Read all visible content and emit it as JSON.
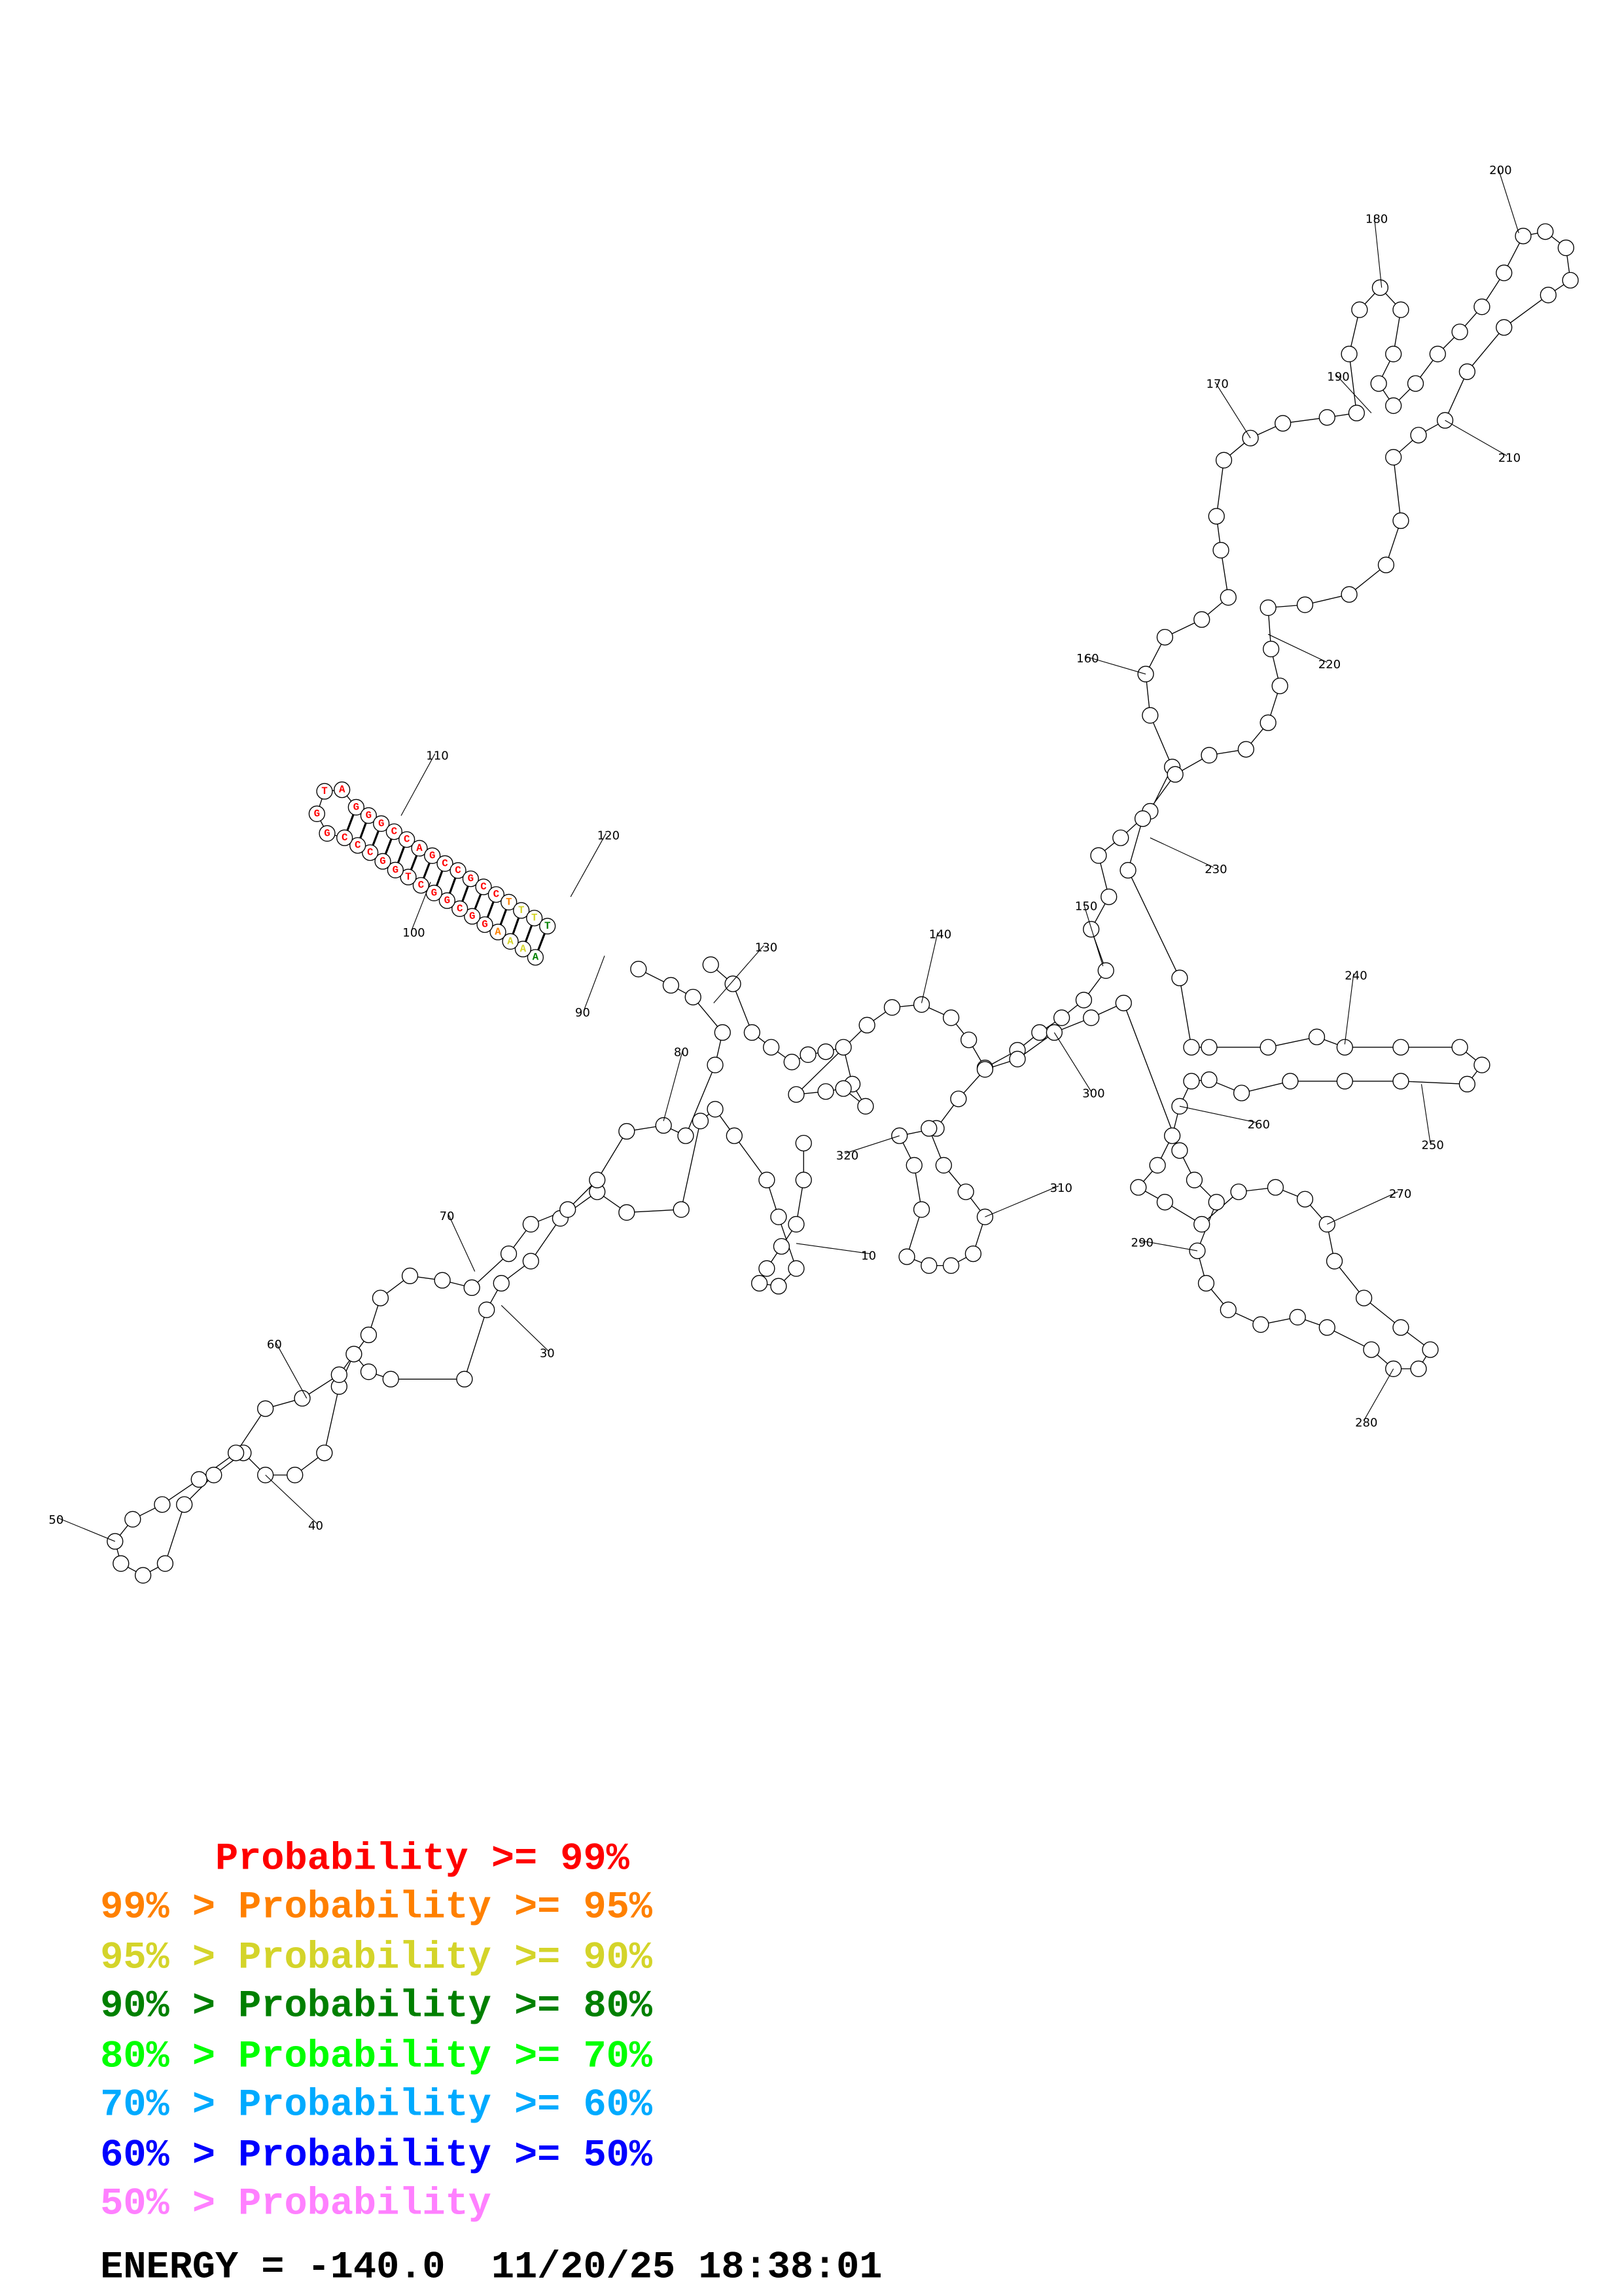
{
  "colors": {
    "p99": "#ff0000",
    "p95": "#ff8000",
    "p90": "#d4d42a",
    "p80": "#008000",
    "p70": "#00ff00",
    "p60": "#00aaff",
    "p50": "#0000ff",
    "plow": "#ff80ff"
  },
  "position_labels": [
    "10",
    "30",
    "40",
    "50",
    "60",
    "70",
    "80",
    "90",
    "100",
    "110",
    "120",
    "130",
    "140",
    "150",
    "160",
    "170",
    "180",
    "190",
    "200",
    "210",
    "220",
    "230",
    "240",
    "250",
    "260",
    "270",
    "280",
    "290",
    "300",
    "310",
    "320"
  ],
  "helix_88_123": [
    {
      "b": "A",
      "c": "p80"
    },
    {
      "b": "A",
      "c": "p90"
    },
    {
      "b": "A",
      "c": "p90"
    },
    {
      "b": "A",
      "c": "p95"
    },
    {
      "b": "G",
      "c": "p99"
    },
    {
      "b": "G",
      "c": "p99"
    },
    {
      "b": "C",
      "c": "p99"
    },
    {
      "b": "G",
      "c": "p99"
    },
    {
      "b": "G",
      "c": "p99"
    },
    {
      "b": "C",
      "c": "p99"
    },
    {
      "b": "T",
      "c": "p99"
    },
    {
      "b": "G",
      "c": "p99"
    },
    {
      "b": "G",
      "c": "p99"
    },
    {
      "b": "C",
      "c": "p99"
    },
    {
      "b": "C",
      "c": "p99"
    },
    {
      "b": "C",
      "c": "p99"
    },
    {
      "b": "G",
      "c": "p99"
    },
    {
      "b": "G",
      "c": "p99"
    },
    {
      "b": "T",
      "c": "p99"
    },
    {
      "b": "A",
      "c": "p99"
    },
    {
      "b": "G",
      "c": "p99"
    },
    {
      "b": "G",
      "c": "p99"
    },
    {
      "b": "G",
      "c": "p99"
    },
    {
      "b": "C",
      "c": "p99"
    },
    {
      "b": "C",
      "c": "p99"
    },
    {
      "b": "A",
      "c": "p99"
    },
    {
      "b": "G",
      "c": "p99"
    },
    {
      "b": "C",
      "c": "p99"
    },
    {
      "b": "C",
      "c": "p99"
    },
    {
      "b": "G",
      "c": "p99"
    },
    {
      "b": "C",
      "c": "p99"
    },
    {
      "b": "C",
      "c": "p99"
    },
    {
      "b": "T",
      "c": "p95"
    },
    {
      "b": "T",
      "c": "p90"
    },
    {
      "b": "T",
      "c": "p90"
    },
    {
      "b": "T",
      "c": "p80"
    }
  ],
  "legend": [
    {
      "text": "     Probability >= 99%",
      "c": "p99"
    },
    {
      "text": "99% > Probability >= 95%",
      "c": "p95"
    },
    {
      "text": "95% > Probability >= 90%",
      "c": "p90"
    },
    {
      "text": "90% > Probability >= 80%",
      "c": "p80"
    },
    {
      "text": "80% > Probability >= 70%",
      "c": "p70"
    },
    {
      "text": "70% > Probability >= 60%",
      "c": "p60"
    },
    {
      "text": "60% > Probability >= 50%",
      "c": "p50"
    },
    {
      "text": "50% > Probability",
      "c": "plow"
    }
  ],
  "energy_line": "ENERGY = -140.0  11/20/25 18:38:01"
}
